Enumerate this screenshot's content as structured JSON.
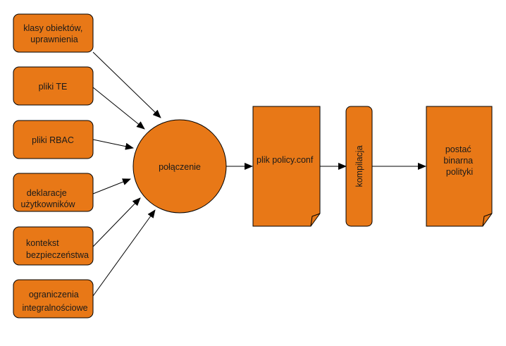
{
  "diagram": {
    "inputs": [
      {
        "id": "classes",
        "lines": [
          "klasy obiektów,",
          "uprawnienia"
        ]
      },
      {
        "id": "te",
        "lines": [
          "pliki TE"
        ]
      },
      {
        "id": "rbac",
        "lines": [
          "pliki RBAC"
        ]
      },
      {
        "id": "users",
        "lines": [
          "deklaracje",
          "użytkowników"
        ]
      },
      {
        "id": "context",
        "lines": [
          "kontekst",
          "bezpieczeństwa"
        ]
      },
      {
        "id": "constraints",
        "lines": [
          "ograniczenia",
          "integralnościowe"
        ]
      }
    ],
    "merge_node": {
      "label": "połączenie"
    },
    "policy_file": {
      "label": "plik policy.conf"
    },
    "compile_step": {
      "label": "kompilacja"
    },
    "binary_output": {
      "lines": [
        "postać",
        "binarna",
        "polityki"
      ]
    },
    "colors": {
      "fill": "#e87817",
      "stroke": "#000000",
      "text": "#1a1a1a"
    }
  }
}
